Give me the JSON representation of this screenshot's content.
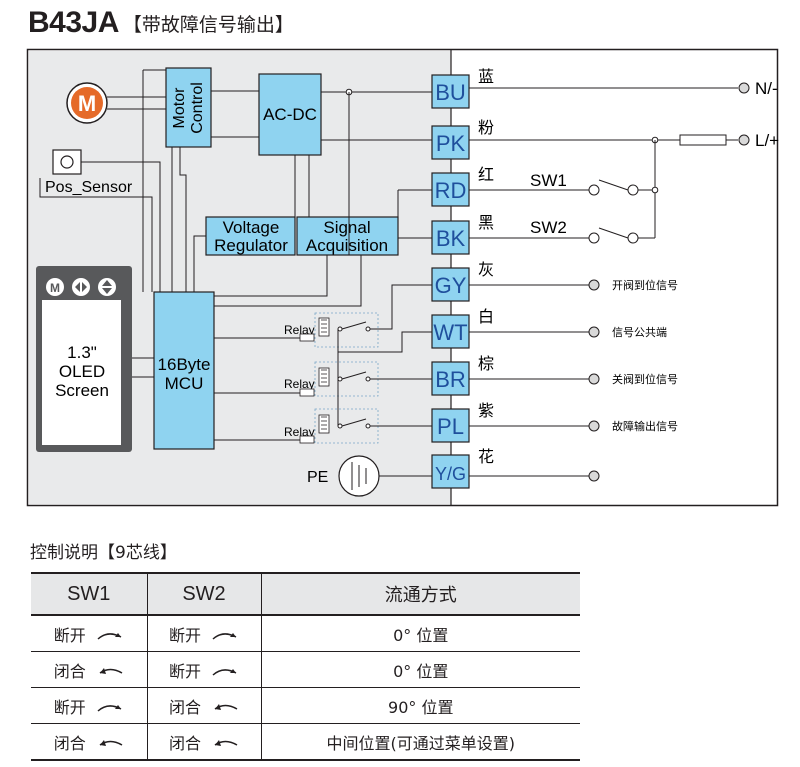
{
  "header": {
    "model": "B43JA",
    "subtitle": "【带故障信号输出】"
  },
  "diagram": {
    "motor_letter": "M",
    "motor_control": [
      "Motor",
      "Control"
    ],
    "pos_sensor": "Pos_Sensor",
    "acdc": "AC-DC",
    "voltage_regulator": [
      "Voltage",
      "Regulator"
    ],
    "signal_acquisition": [
      "Signal",
      "Acquisition"
    ],
    "screen": [
      "1.3\"",
      "OLED",
      "Screen"
    ],
    "mcu": [
      "16Byte",
      "MCU"
    ],
    "relay_label": "Relay",
    "pe_label": "PE",
    "switch_labels": [
      "SW1",
      "SW2"
    ],
    "supply_labels": [
      "N/-",
      "L/+"
    ],
    "terminals": [
      {
        "code": "BU",
        "color_name": "蓝",
        "signal": ""
      },
      {
        "code": "PK",
        "color_name": "粉",
        "signal": ""
      },
      {
        "code": "RD",
        "color_name": "红",
        "signal": ""
      },
      {
        "code": "BK",
        "color_name": "黑",
        "signal": ""
      },
      {
        "code": "GY",
        "color_name": "灰",
        "signal": "开阀到位信号"
      },
      {
        "code": "WT",
        "color_name": "白",
        "signal": "信号公共端"
      },
      {
        "code": "BR",
        "color_name": "棕",
        "signal": "关阀到位信号"
      },
      {
        "code": "PL",
        "color_name": "紫",
        "signal": "故障输出信号"
      },
      {
        "code": "Y/G",
        "color_name": "花",
        "signal": ""
      }
    ],
    "colors": {
      "block_fill": "#8fd3f0",
      "panel_fill": "#e9eaeb",
      "terminal_text": "#1f4f9c",
      "motor_fill": "#e56a29"
    }
  },
  "control": {
    "title": "控制说明【9芯线】",
    "headers": [
      "SW1",
      "SW2",
      "流通方式"
    ],
    "rows": [
      {
        "sw1": "断开",
        "sw1_icon": "open-arrow-icon",
        "sw2": "断开",
        "sw2_icon": "open-arrow-icon",
        "mode": "0°  位置"
      },
      {
        "sw1": "闭合",
        "sw1_icon": "closed-arrow-icon",
        "sw2": "断开",
        "sw2_icon": "open-arrow-icon",
        "mode": "0°  位置"
      },
      {
        "sw1": "断开",
        "sw1_icon": "open-arrow-icon",
        "sw2": "闭合",
        "sw2_icon": "closed-arrow-icon",
        "mode": "90°  位置"
      },
      {
        "sw1": "闭合",
        "sw1_icon": "closed-arrow-icon",
        "sw2": "闭合",
        "sw2_icon": "closed-arrow-icon",
        "mode": "中间位置(可通过菜单设置)"
      }
    ]
  }
}
